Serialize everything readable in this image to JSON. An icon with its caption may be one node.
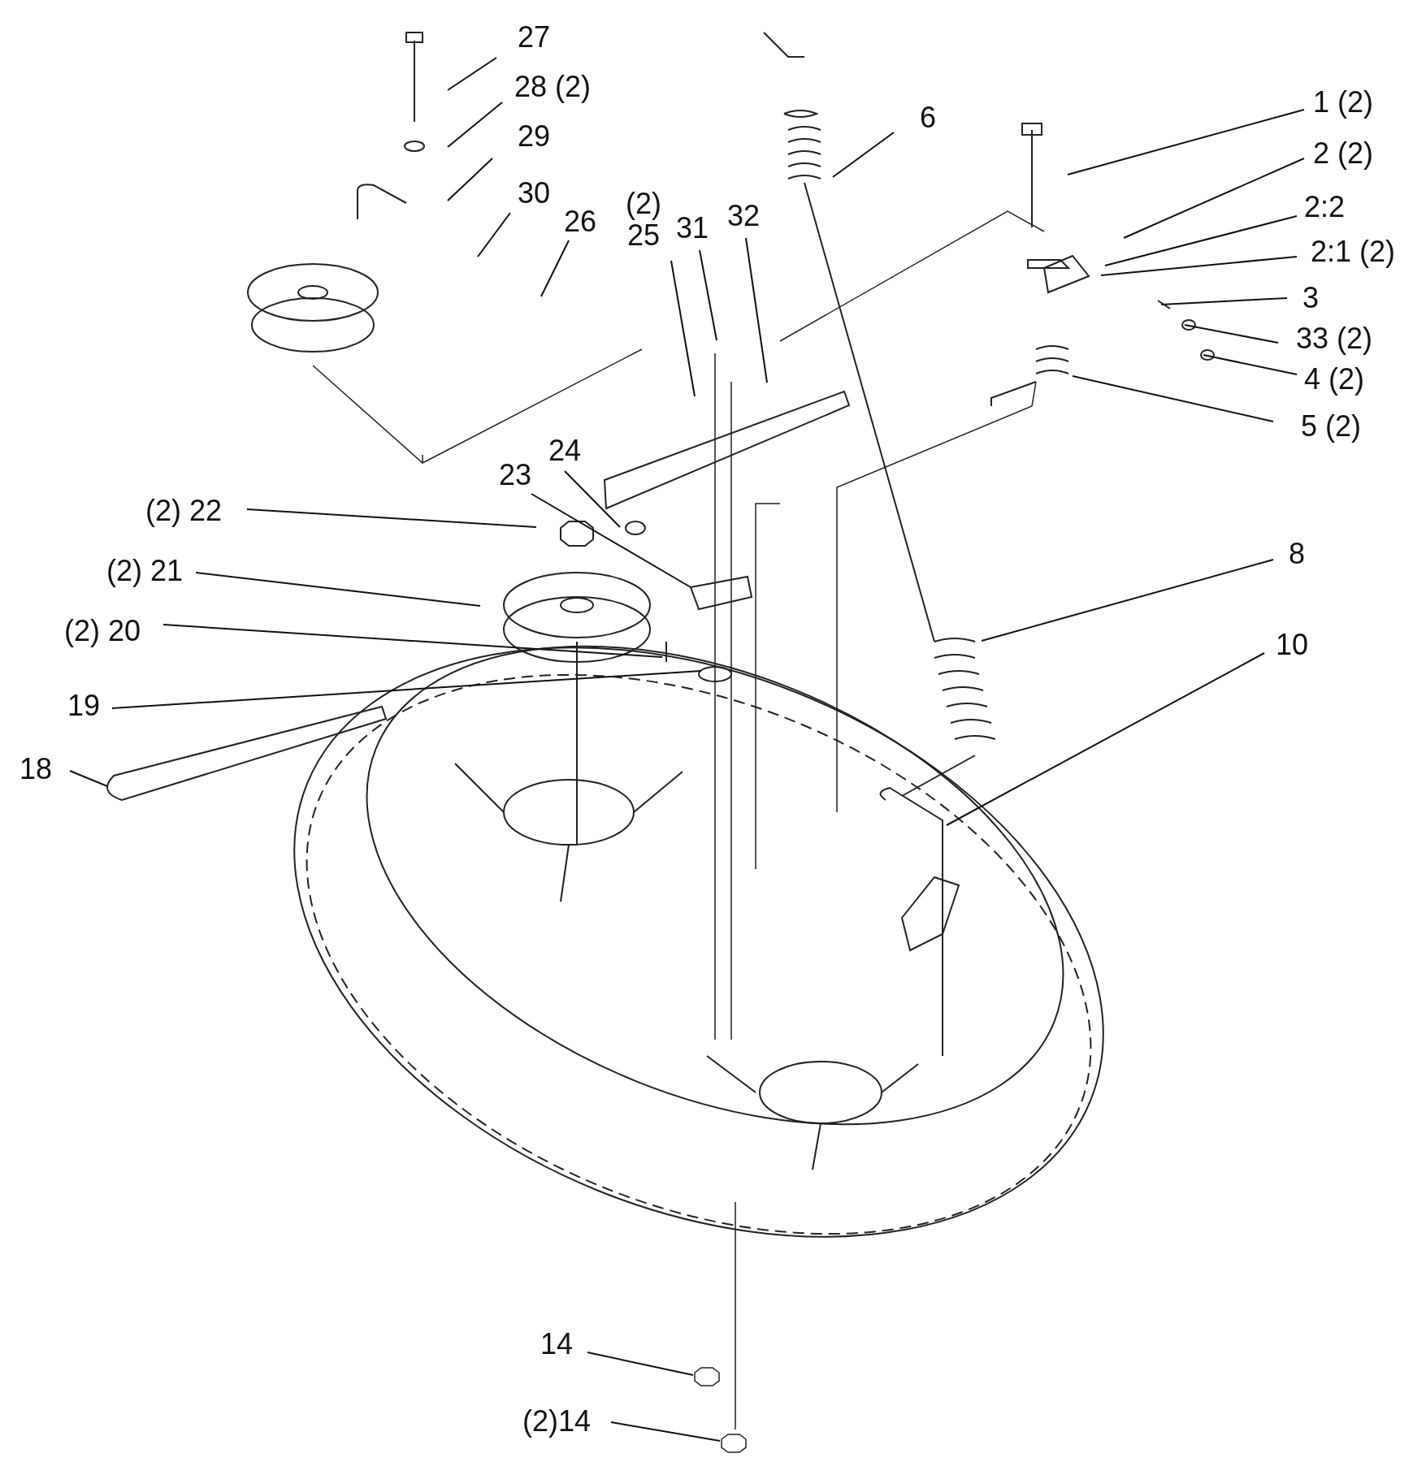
{
  "diagram": {
    "nodes": [
      {
        "text": [
          "27"
        ]
      },
      {
        "text": [
          "28 (2)"
        ]
      },
      {
        "text": [
          "29"
        ]
      },
      {
        "text": [
          "30"
        ]
      },
      {
        "text": [
          "26"
        ]
      },
      {
        "text": [
          "(2) 25"
        ]
      },
      {
        "text": [
          "31"
        ]
      },
      {
        "text": [
          "32"
        ]
      },
      {
        "text": [
          "6"
        ]
      },
      {
        "text": [
          "1 (2)"
        ]
      },
      {
        "text": [
          "2 (2)"
        ]
      },
      {
        "text": [
          "2:2"
        ]
      },
      {
        "text": [
          "2:1 (2)"
        ]
      },
      {
        "text": [
          "3"
        ]
      },
      {
        "text": [
          "33 (2)"
        ]
      },
      {
        "text": [
          "4 (2)"
        ]
      },
      {
        "text": [
          "5 (2)"
        ]
      },
      {
        "text": [
          "24"
        ]
      },
      {
        "text": [
          "23"
        ]
      },
      {
        "text": [
          "(2) 22"
        ]
      },
      {
        "text": [
          "(2) 21"
        ]
      },
      {
        "text": [
          "(2) 20"
        ]
      },
      {
        "text": [
          "19"
        ]
      },
      {
        "text": [
          "18"
        ]
      },
      {
        "text": [
          "8"
        ]
      },
      {
        "text": [
          "10"
        ]
      },
      {
        "text": [
          "14"
        ]
      },
      {
        "text": [
          "(2)14"
        ]
      }
    ],
    "edges": [
      {
        "from": 0,
        "to": null,
        "arrow": "none"
      },
      {
        "from": 1,
        "to": null,
        "arrow": "none"
      },
      {
        "from": 2,
        "to": null,
        "arrow": "none"
      },
      {
        "from": 3,
        "to": null,
        "arrow": "none"
      },
      {
        "from": 4,
        "to": null,
        "arrow": "none"
      },
      {
        "from": 5,
        "to": null,
        "arrow": "none"
      },
      {
        "from": 6,
        "to": null,
        "arrow": "none"
      },
      {
        "from": 7,
        "to": null,
        "arrow": "none"
      },
      {
        "from": 8,
        "to": null,
        "arrow": "none"
      },
      {
        "from": 9,
        "to": null,
        "arrow": "none"
      },
      {
        "from": 10,
        "to": null,
        "arrow": "none"
      },
      {
        "from": 11,
        "to": null,
        "arrow": "none"
      },
      {
        "from": 12,
        "to": null,
        "arrow": "none"
      },
      {
        "from": 13,
        "to": null,
        "arrow": "none"
      },
      {
        "from": 14,
        "to": null,
        "arrow": "none"
      },
      {
        "from": 15,
        "to": null,
        "arrow": "none"
      },
      {
        "from": 16,
        "to": null,
        "arrow": "none"
      },
      {
        "from": 17,
        "to": null,
        "arrow": "none"
      },
      {
        "from": 18,
        "to": null,
        "arrow": "none"
      },
      {
        "from": 19,
        "to": null,
        "arrow": "none"
      },
      {
        "from": 20,
        "to": null,
        "arrow": "none"
      },
      {
        "from": 21,
        "to": null,
        "arrow": "none"
      },
      {
        "from": 22,
        "to": null,
        "arrow": "none"
      },
      {
        "from": 23,
        "to": null,
        "arrow": "none"
      },
      {
        "from": 24,
        "to": null,
        "arrow": "none"
      },
      {
        "from": 25,
        "to": null,
        "arrow": "none"
      },
      {
        "from": 26,
        "to": null,
        "arrow": "none"
      },
      {
        "from": 27,
        "to": null,
        "arrow": "none"
      }
    ]
  }
}
